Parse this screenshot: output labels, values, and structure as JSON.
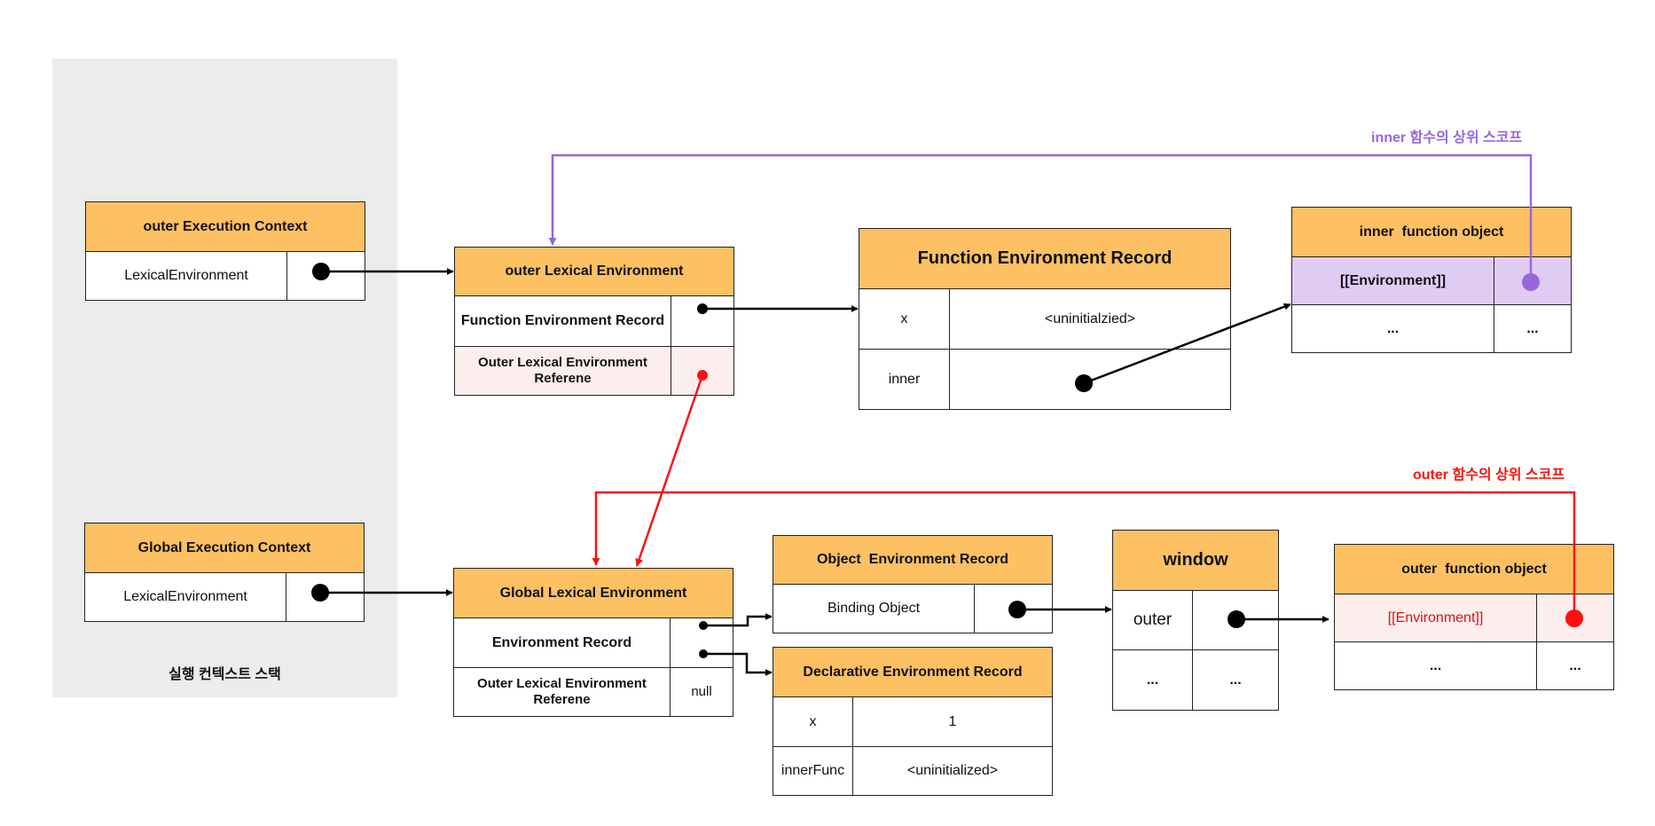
{
  "stack": {
    "label": "실행 컨텍스트 스택"
  },
  "outer_ec": {
    "title": "outer Execution Context",
    "row": "LexicalEnvironment"
  },
  "global_ec": {
    "title": "Global Execution Context",
    "row": "LexicalEnvironment"
  },
  "outer_le": {
    "title": "outer Lexical Environment",
    "row1": "Function Environment Record",
    "row2": "Outer Lexical Environment Referene"
  },
  "global_le": {
    "title": "Global Lexical Environment",
    "row1": "Environment Record",
    "row2": "Outer Lexical Environment Referene",
    "row2_value": "null"
  },
  "fer": {
    "title": "Function Environment Record",
    "rows": [
      {
        "name": "x",
        "value": "<uninitialzied>"
      },
      {
        "name": "inner",
        "value": ""
      }
    ]
  },
  "inner_fo": {
    "title": "inner  function object",
    "env": "[[Environment]]",
    "rest_name": "...",
    "rest_value": "..."
  },
  "oer": {
    "title": "Object  Environment Record",
    "binding": "Binding Object"
  },
  "der": {
    "title": "Declarative Environment Record",
    "rows": [
      {
        "name": "x",
        "value": "1"
      },
      {
        "name": "innerFunc",
        "value": "<uninitialized>"
      }
    ]
  },
  "window": {
    "title": "window",
    "rows": [
      {
        "name": "outer",
        "value": ""
      },
      {
        "name": "...",
        "value": "..."
      }
    ]
  },
  "outer_fo": {
    "title": "outer  function object",
    "env": "[[Environment]]",
    "rest_name": "...",
    "rest_value": "..."
  },
  "labels": {
    "inner_scope": "inner 함수의 상위 스코프",
    "outer_scope": "outer 함수의 상위 스코프"
  },
  "colors": {
    "header": "#fdc063",
    "purple": "#9966dd",
    "red": "#ff1010",
    "stack": "#ececec",
    "pink": "#fdeeee",
    "lavender": "#e0ccf3"
  }
}
